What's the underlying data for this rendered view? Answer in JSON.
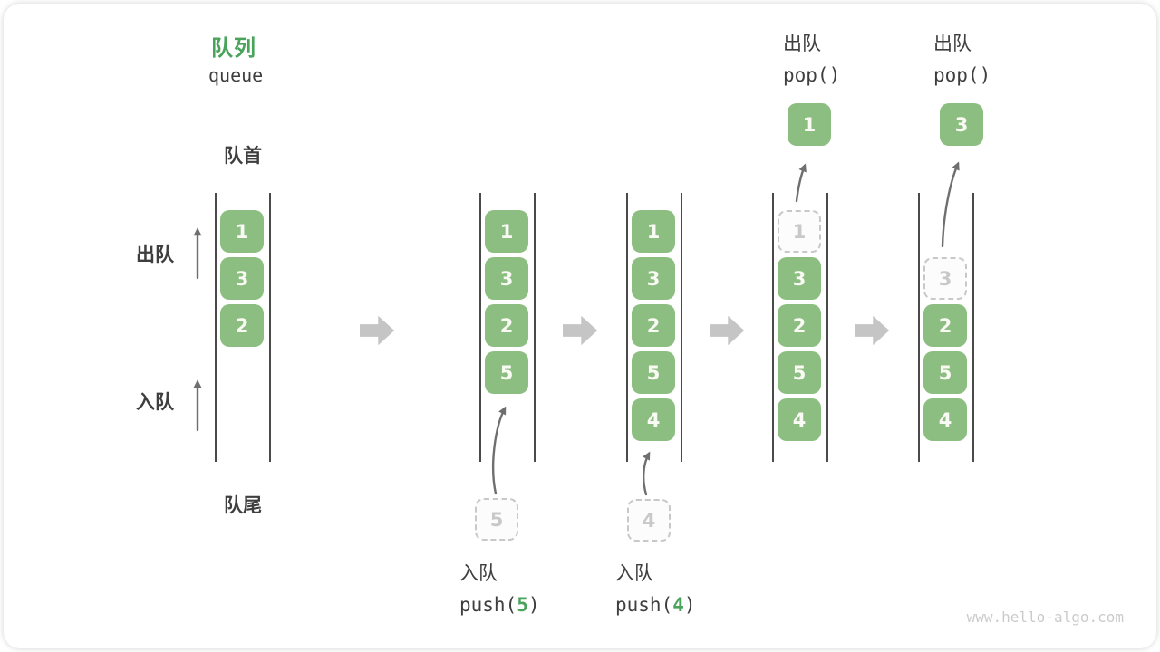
{
  "title": {
    "main": "队列",
    "sub": "queue"
  },
  "labels": {
    "front": "队首",
    "rear": "队尾",
    "dequeue_side": "出队",
    "enqueue_side": "入队"
  },
  "states": [
    {
      "cells": [
        {
          "value": "1"
        },
        {
          "value": "3"
        },
        {
          "value": "2"
        }
      ]
    },
    {
      "cells": [
        {
          "value": "1"
        },
        {
          "value": "3"
        },
        {
          "value": "2"
        },
        {
          "value": "5"
        }
      ],
      "incoming_value": "5"
    },
    {
      "cells": [
        {
          "value": "1"
        },
        {
          "value": "3"
        },
        {
          "value": "2"
        },
        {
          "value": "5"
        },
        {
          "value": "4"
        }
      ],
      "incoming_value": "4"
    },
    {
      "ghost_value": "1",
      "cells": [
        {
          "value": "3"
        },
        {
          "value": "2"
        },
        {
          "value": "5"
        },
        {
          "value": "4"
        }
      ],
      "popped_value": "1"
    },
    {
      "ghost_value": "3",
      "cells": [
        {
          "value": "2"
        },
        {
          "value": "5"
        },
        {
          "value": "4"
        }
      ],
      "popped_value": "3"
    }
  ],
  "push_ops": [
    {
      "label": "入队",
      "fn": "push(",
      "arg": "5",
      "close": ")"
    },
    {
      "label": "入队",
      "fn": "push(",
      "arg": "4",
      "close": ")"
    }
  ],
  "pop_ops": [
    {
      "label": "出队",
      "code": "pop()"
    },
    {
      "label": "出队",
      "code": "pop()"
    }
  ],
  "watermark": "www.hello-algo.com",
  "colors": {
    "accent_green": "#4AA35A",
    "cell_green": "#8DBE81",
    "arrow_gray": "#C5C5C5",
    "line_gray": "#4A4A4A",
    "thin_arrow": "#6F6F6F",
    "ghost_gray": "#C8C8C8",
    "text_dark": "#3E3E3E",
    "watermark_gray": "#CBCBCB"
  }
}
